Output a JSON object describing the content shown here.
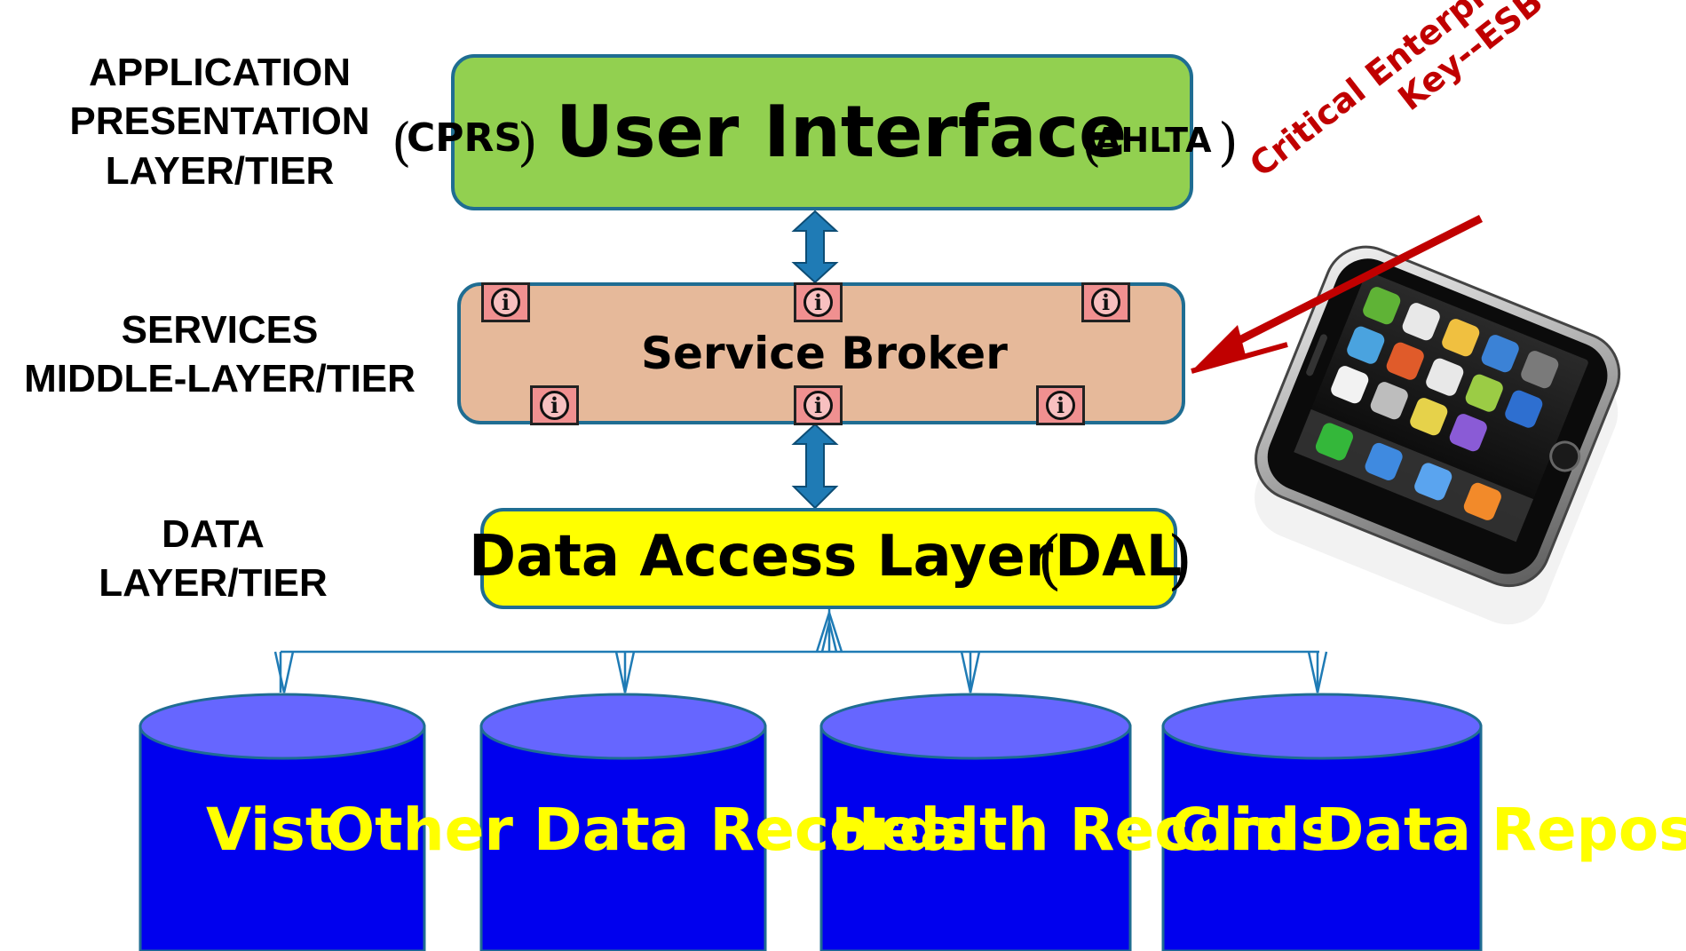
{
  "labels": {
    "presentation_tier": [
      "APPLICATION",
      "PRESENTATION",
      "LAYER/TIER"
    ],
    "services_tier": [
      "SERVICES",
      "MIDDLE-LAYER/TIER"
    ],
    "data_tier": [
      "DATA",
      "LAYER/TIER"
    ]
  },
  "ui_layer": {
    "title": "User Interface",
    "left_system": "CPRS",
    "right_system": "AHLTA"
  },
  "service_broker": {
    "title": "Service Broker",
    "badge_glyph": "i"
  },
  "dal": {
    "title": "Data Access Layer",
    "abbr": "DAL"
  },
  "repositories": [
    {
      "label": "Vist"
    },
    {
      "label": "Other Data Records"
    },
    {
      "label": "Health Records"
    },
    {
      "label": "Clin Data Reposit"
    }
  ],
  "callout": {
    "lines": [
      "Critical Enterprise Design",
      "Key--ESB"
    ]
  },
  "colors": {
    "ui_fill": "#92d050",
    "broker_fill": "#e6b99a",
    "dal_fill": "#ffff00",
    "box_border": "#1f6d92",
    "connector": "#1f7bb5",
    "db_body": "#0000ee",
    "db_top": "#6666ff",
    "repo_text": "#ffff00",
    "callout": "#c00000",
    "badge": "#f09090"
  }
}
